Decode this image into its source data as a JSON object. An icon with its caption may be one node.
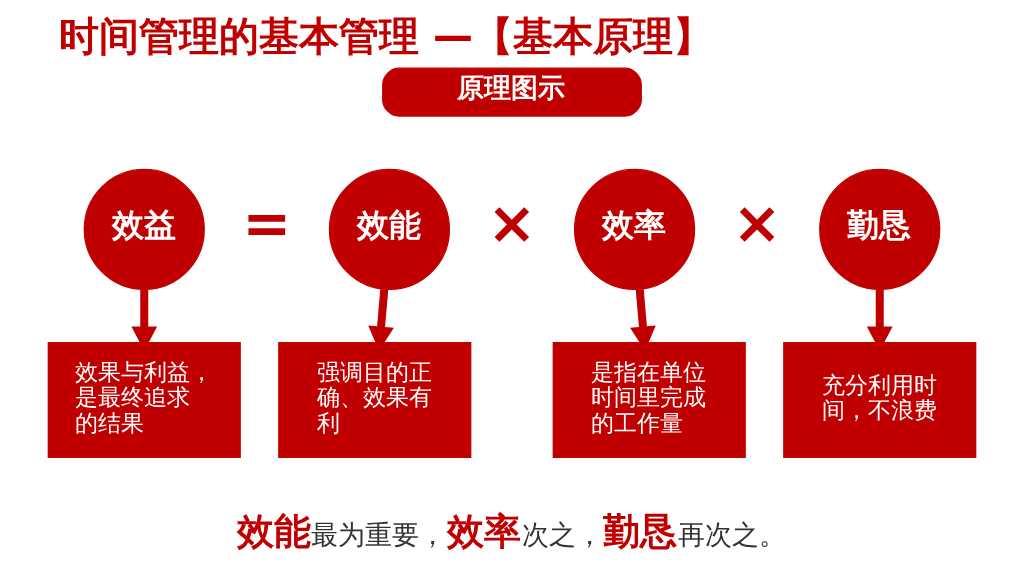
{
  "diagram": {
    "title": "时间管理的基本管理 —【基本原理】",
    "nodes": [
      {
        "text": [
          "原理图示"
        ]
      },
      {
        "text": [
          "效益"
        ]
      },
      {
        "text": [
          "效能"
        ]
      },
      {
        "text": [
          "效率"
        ]
      },
      {
        "text": [
          "勤恳"
        ]
      },
      {
        "text": [
          "效果与利益，是最终追求的结果"
        ]
      },
      {
        "text": [
          "强调目的正确、效果有利"
        ]
      },
      {
        "text": [
          "是指在单位时间里完成的工作量"
        ]
      },
      {
        "text": [
          "充分利用时间，不浪费"
        ]
      }
    ],
    "edges": [
      {
        "from": 1,
        "to": 5,
        "arrow": "to"
      },
      {
        "from": 2,
        "to": 6,
        "arrow": "to"
      },
      {
        "from": 3,
        "to": 7,
        "arrow": "to"
      },
      {
        "from": 4,
        "to": 8,
        "arrow": "to"
      }
    ],
    "labels": [
      "=",
      "×",
      "×",
      "**效能**最为重要，**效率**次之，**勤恳**再次之。"
    ]
  }
}
